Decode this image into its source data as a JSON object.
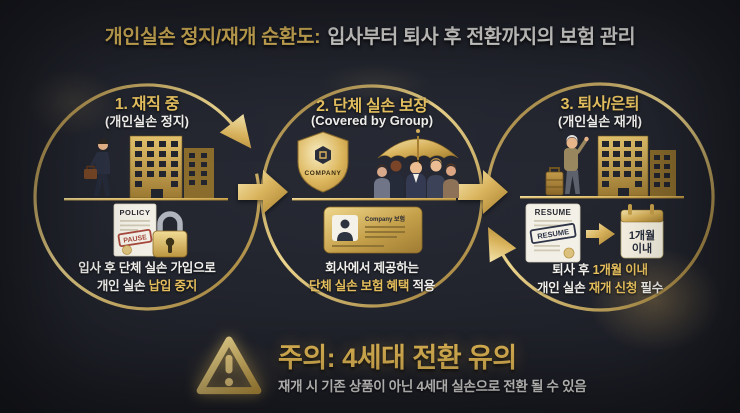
{
  "title": {
    "highlight": "개인실손 정지/재개 순환도:",
    "rest": "입사부터 퇴사 후 전환까지의 보험 관리"
  },
  "steps": [
    {
      "heading": "1. 재직 중",
      "subheading": "(개인실손 정지)",
      "labels": {
        "policy": "POLICY",
        "pause": "PAUSE"
      },
      "caption": {
        "line1": [
          {
            "text": "입사 후 단체 실손 가입으로",
            "color": "white"
          }
        ],
        "line2": [
          {
            "text": "개인 실손 ",
            "color": "white"
          },
          {
            "text": "납입 중지",
            "color": "gold"
          }
        ]
      }
    },
    {
      "heading": "2. 단체 실손 보장",
      "subheading": "(Covered by Group)",
      "labels": {
        "shield": "COMPANY",
        "card": "Company 보험"
      },
      "caption": {
        "line1": [
          {
            "text": "회사에서 제공하는",
            "color": "white"
          }
        ],
        "line2": [
          {
            "text": "단체 실손 보험 혜택 ",
            "color": "gold"
          },
          {
            "text": "적용",
            "color": "white"
          }
        ]
      }
    },
    {
      "heading": "3. 퇴사/은퇴",
      "subheading": "(개인실손 재개)",
      "labels": {
        "resume": "RESUME",
        "resume_stamp": "RESUME",
        "calendar_line1": "1개월",
        "calendar_line2": "이내"
      },
      "caption": {
        "line1": [
          {
            "text": "퇴사 후 ",
            "color": "white"
          },
          {
            "text": "1개월 이내",
            "color": "gold"
          }
        ],
        "line2": [
          {
            "text": "개인 실손 ",
            "color": "white"
          },
          {
            "text": "재개 신청",
            "color": "gold"
          },
          {
            "text": " 필수",
            "color": "white"
          }
        ]
      }
    }
  ],
  "warning": {
    "heading": "주의: 4세대 전환 유의",
    "body": "재개 시 기존 상품이 아닌 4세대 실손으로 전환 될 수 있음"
  },
  "colors": {
    "gold": "#e9c25f",
    "gold_bright": "#f2d98b",
    "background": "#21232c",
    "white_text": "#f3f2ef",
    "stamp_red": "#a6493c",
    "stamp_navy": "#2e3448"
  }
}
